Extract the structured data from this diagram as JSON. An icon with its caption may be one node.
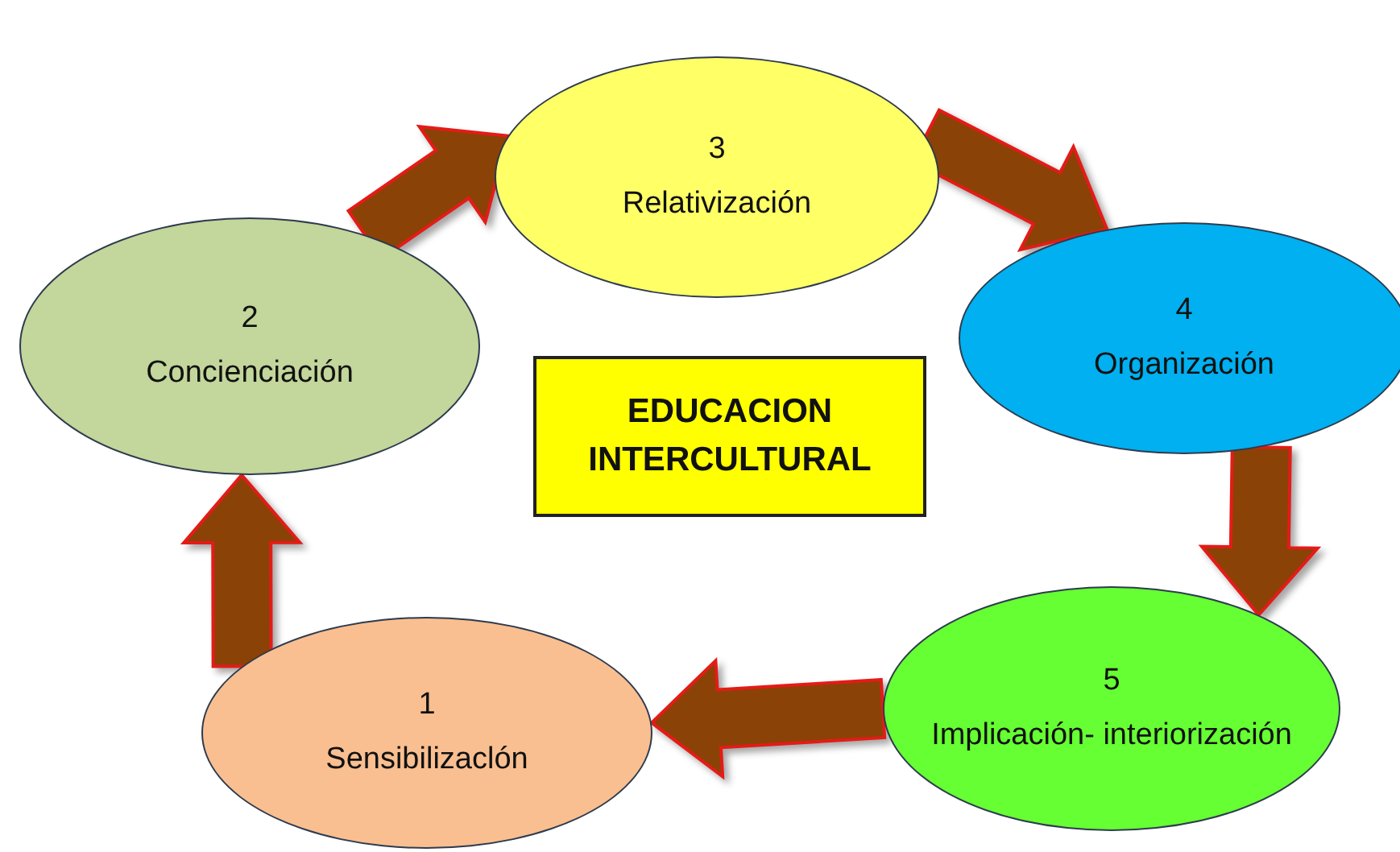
{
  "diagram": {
    "nodes": [
      {
        "text": [
          "1",
          "Sensibilizaclón"
        ]
      },
      {
        "text": [
          "2",
          "Concienciación"
        ]
      },
      {
        "text": [
          "3",
          "Relativización"
        ]
      },
      {
        "text": [
          "4",
          "Organización"
        ]
      },
      {
        "text": [
          "5",
          "Implicación- interiorización"
        ]
      },
      {
        "text": [
          "EDUCACION INTERCULTURAL"
        ]
      }
    ],
    "edges": [
      {
        "from": 0,
        "to": 1,
        "arrow": "to"
      },
      {
        "from": 1,
        "to": 2,
        "arrow": "to"
      },
      {
        "from": 2,
        "to": 3,
        "arrow": "to"
      },
      {
        "from": 3,
        "to": 4,
        "arrow": "to"
      },
      {
        "from": 4,
        "to": 0,
        "arrow": "to"
      }
    ]
  }
}
